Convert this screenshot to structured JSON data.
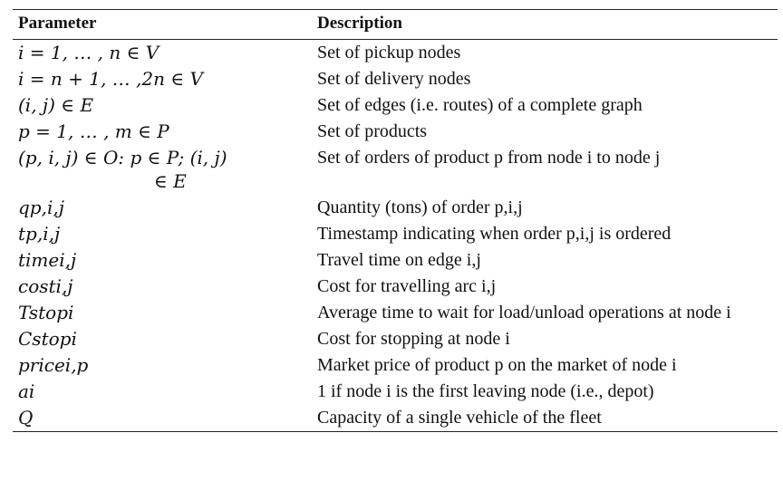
{
  "table": {
    "headers": [
      "Parameter",
      "Description"
    ],
    "rows": [
      {
        "param": [
          "i = 1, … , n ∈ V"
        ],
        "desc": "Set of pickup nodes"
      },
      {
        "param": [
          "i = n + 1, … ,2n ∈ V"
        ],
        "desc": "Set of delivery nodes"
      },
      {
        "param": [
          "(i, j) ∈ E"
        ],
        "desc": "Set of edges (i.e. routes) of a complete graph"
      },
      {
        "param": [
          "p = 1, … , m ∈ P"
        ],
        "desc": "Set of products"
      },
      {
        "param": [
          "(p, i, j) ∈ O: p ∈ P; (i, j)",
          "∈ E"
        ],
        "desc": "Set of orders of product p from node i to node j"
      },
      {
        "param": [
          "qp,i,j"
        ],
        "desc": "Quantity (tons) of order p,i,j"
      },
      {
        "param": [
          "tp,i,j"
        ],
        "desc": "Timestamp indicating when order p,i,j is ordered"
      },
      {
        "param": [
          "timei,j"
        ],
        "desc": "Travel time on edge i,j"
      },
      {
        "param": [
          "costi,j"
        ],
        "desc": "Cost for travelling arc i,j"
      },
      {
        "param": [
          "Tstopi"
        ],
        "desc": "Average time to wait for load/unload operations at node i"
      },
      {
        "param": [
          "Cstopi"
        ],
        "desc": "Cost for stopping at node i"
      },
      {
        "param": [
          "pricei,p"
        ],
        "desc": "Market price of product p on the market of node i"
      },
      {
        "param": [
          "ai"
        ],
        "desc": "1 if node i is the first leaving node (i.e., depot)"
      },
      {
        "param": [
          "Q"
        ],
        "desc": "Capacity of a single vehicle of the fleet"
      }
    ]
  }
}
